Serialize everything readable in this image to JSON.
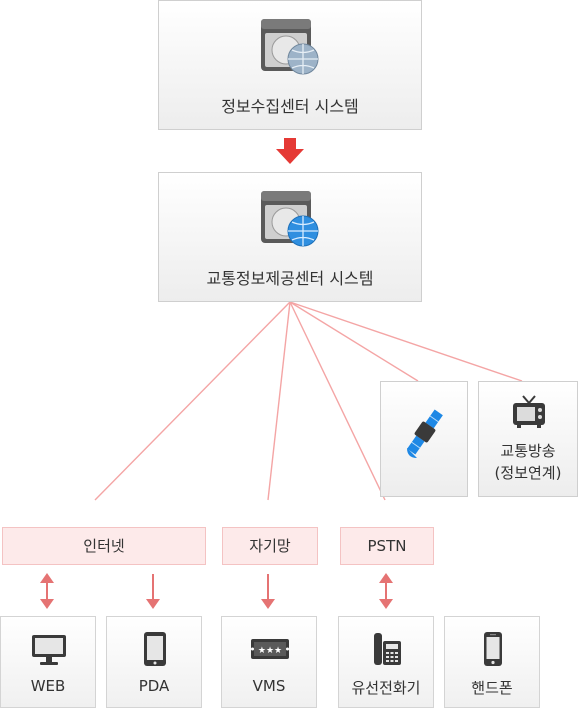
{
  "top_system": {
    "label": "정보수집센터 시스템"
  },
  "main_system": {
    "label": "교통정보제공센터 시스템"
  },
  "channels": {
    "satellite": {
      "icon": "satellite-icon"
    },
    "broadcast": {
      "label_line1": "교통방송",
      "label_line2": "(정보연계)",
      "icon": "tv-icon"
    }
  },
  "networks": {
    "internet": "인터넷",
    "magnetic": "자기망",
    "pstn": "PSTN"
  },
  "devices": {
    "web": "WEB",
    "pda": "PDA",
    "vms": "VMS",
    "landline": "유선전화기",
    "mobile": "핸드폰"
  },
  "colors": {
    "arrow_red": "#e53935",
    "line_pink": "#f4a5a5",
    "net_fill": "#fdeaea",
    "icon_dark": "#3a3a3a",
    "globe_blue": "#2f8fe0"
  }
}
